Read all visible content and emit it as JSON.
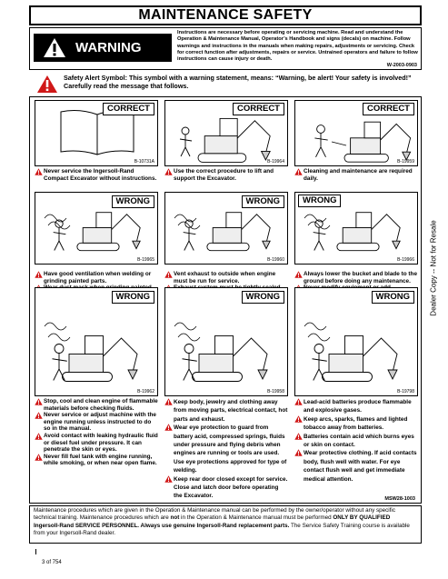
{
  "title": "MAINTENANCE SAFETY",
  "warning": {
    "label": "WARNING",
    "text": "Instructions are necessary before operating or servicing machine. Read and understand the Operation & Maintenance Manual, Operator’s Handbook and signs (decals) on machine. Follow warnings and instructions in the manuals when making repairs, adjustments or servicing. Check for correct function after adjustments, repairs or service. Untrained operators and failure to follow instructions can cause injury or death.",
    "code": "W-2003-0903"
  },
  "alert": "Safety Alert Symbol: This symbol with a warning statement, means: “Warning, be alert! Your safety is involved!” Carefully read the message that follows.",
  "panels": [
    {
      "label": "CORRECT",
      "code": "B-10731A"
    },
    {
      "label": "CORRECT",
      "code": "B-19964"
    },
    {
      "label": "CORRECT",
      "code": "B-19959"
    },
    {
      "label": "WRONG",
      "code": "B-19965"
    },
    {
      "label": "WRONG",
      "code": "B-19960"
    },
    {
      "label": "WRONG",
      "code": "B-19966"
    },
    {
      "label": "WRONG",
      "code": "B-19962"
    },
    {
      "label": "WRONG",
      "code": "B-19958"
    },
    {
      "label": "WRONG",
      "code": "B-19798"
    }
  ],
  "captions": [
    [
      "Never service the Ingersoll-Rand Compact Excavator without instructions."
    ],
    [
      "Use the correct procedure to lift and support the Excavator."
    ],
    [
      "Cleaning and maintenance are required daily."
    ],
    [
      "Have good ventilation when welding or grinding painted parts.",
      "Wear dust mask when grinding painted parts. Toxic dust and gas can be produced."
    ],
    [
      "Vent exhaust to outside when engine must be run for service.",
      "Exhaust system must be tightly sealed. Exhaust fumes can kill without warning."
    ],
    [
      "Always lower the bucket and blade to the ground before doing any maintenance.",
      "Never modify equipment or add attachments not approved by Ingersoll-Rand Company."
    ],
    [
      "Stop, cool and clean engine of flammable materials before checking fluids.",
      "Never service or adjust machine with the engine running unless instructed to do so in the manual.",
      "Avoid contact with leaking hydraulic fluid or diesel fuel under pressure. It can penetrate the skin or eyes.",
      "Never fill fuel tank with engine running, while smoking, or when near open flame."
    ],
    [
      "Keep body, jewelry and clothing away from moving parts, electrical contact, hot parts and exhaust.",
      "Wear eye protection to guard from battery acid, compressed springs, fluids under pressure and flying debris when engines are running or tools are used. Use eye protections approved for type of welding.",
      "Keep rear door closed except for service. Close and latch door before operating the Excavator."
    ],
    [
      "Lead-acid batteries produce flammable and explosive gases.",
      "Keep arcs, sparks, flames and lighted tobacco away from batteries.",
      "Batteries contain acid which burns eyes or skin on contact.",
      "Wear protective clothing. If acid contacts body, flush well with water. For eye contact flush well and get immediate medical attention."
    ]
  ],
  "section_code": "MSW28-1003",
  "footer": {
    "line1": "Maintenance procedures which are given in the Operation & Maintenance manual can be performed by the owner/operator without any specific technical training. Maintenance procedures which are ",
    "not_word": "not",
    "line2": " in the Operation & Maintenance manual must be performed ",
    "bold_text": "ONLY BY QUALIFIED Ingersoll-Rand SERVICE PERSONNEL. Always use genuine Ingersoll-Rand replacement parts.",
    "line3": " The Service Safety Training course is available from your Ingersoll-Rand dealer."
  },
  "side_note": "Dealer Copy -- Not for Resale",
  "page_number": "3 of 754",
  "colors": {
    "alert_red": "#d01818",
    "ink": "#000000"
  }
}
